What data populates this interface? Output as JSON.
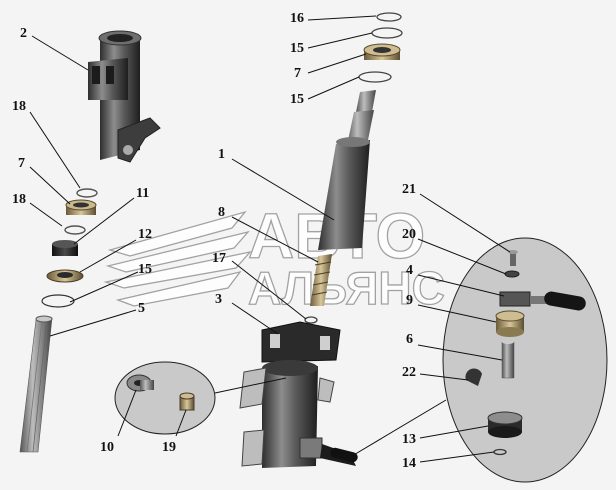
{
  "watermark": {
    "line1": "АВТО",
    "line2": "АЛЬЯНС"
  },
  "labels": {
    "l1": "1",
    "l2": "2",
    "l3": "3",
    "l4": "4",
    "l5": "5",
    "l6": "6",
    "l7a": "7",
    "l7b": "7",
    "l8": "8",
    "l9": "9",
    "l10": "10",
    "l11": "11",
    "l12": "12",
    "l13": "13",
    "l14": "14",
    "l15a": "15",
    "l15b": "15",
    "l15c": "15",
    "l16": "16",
    "l17": "17",
    "l18a": "18",
    "l18b": "18",
    "l19": "19",
    "l20": "20",
    "l21": "21",
    "l22": "22"
  }
}
